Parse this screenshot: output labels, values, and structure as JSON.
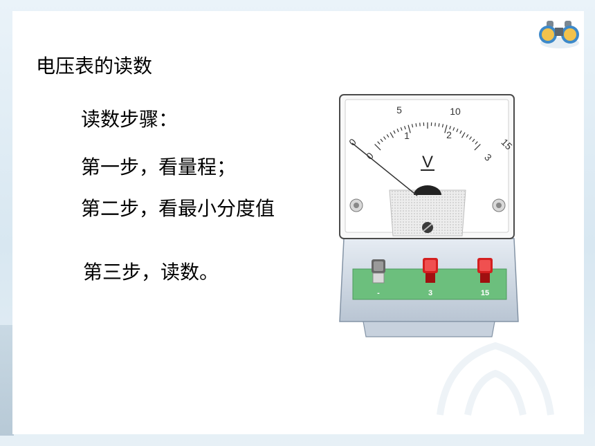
{
  "slide": {
    "title": "电压表的读数",
    "steps_heading": "读数步骤：",
    "steps": [
      "第一步，看量程；",
      "第二步，看最小分度值",
      "第三步，读数。"
    ]
  },
  "meter": {
    "scale_upper": [
      "0",
      "5",
      "10",
      "15"
    ],
    "scale_lower": [
      "0",
      "1",
      "2",
      "3"
    ],
    "unit_symbol": "V",
    "terminals": [
      "-",
      "3",
      "15"
    ]
  },
  "icons": {
    "corner": "binoculars-icon"
  },
  "colors": {
    "terminal_panel": "#6cbf7d",
    "terminal_red": "#d41f1f",
    "base": "#cfd8e4"
  }
}
